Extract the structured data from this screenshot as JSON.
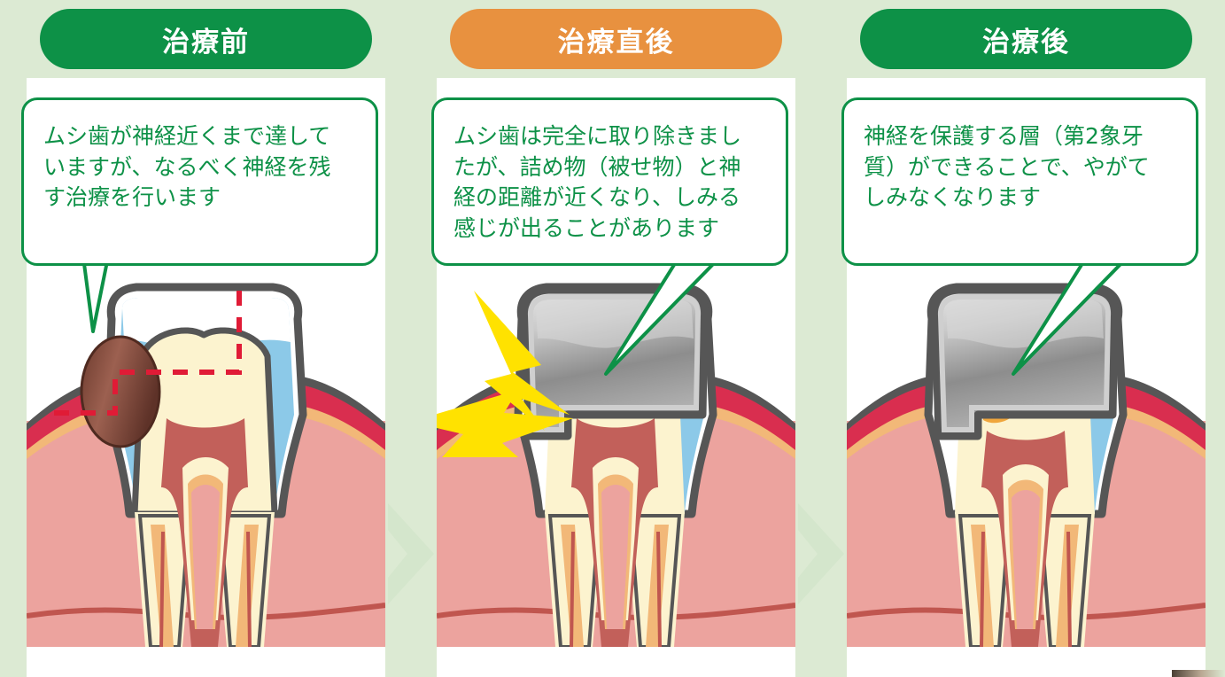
{
  "figure": {
    "kind": "dental-treatment-infographic",
    "background_color": "#dcead3",
    "panel_background": "#ffffff",
    "flow_arrow_color": "#d4e6cc",
    "flow_arrow_count": 2
  },
  "panels": [
    {
      "id": "before",
      "header": {
        "label": "治療前",
        "background_color": "#0d9147",
        "text_color": "#ffffff"
      },
      "callout": {
        "text": "ムシ歯が神経近くまで達していますが、なるべく神経を残す治療を行います",
        "lines": [
          "ムシ歯が神経近くまで達して",
          "いますが、なるべく神経を残",
          "す治療を行います"
        ],
        "border_color": "#0d9147",
        "text_color": "#0d9147",
        "pointer_target": "caries-lesion"
      },
      "illustration": {
        "name": "tooth-with-caries",
        "features": [
          {
            "name": "enamel-layer",
            "color": "#8cc9e8"
          },
          {
            "name": "dentin-layer",
            "color": "#fcf3cf"
          },
          {
            "name": "pulp-chamber",
            "color": "#c2605a"
          },
          {
            "name": "caries-lesion",
            "color": "#7b4438"
          },
          {
            "name": "excavation-outline",
            "color": "#e01b36",
            "style": "dashed"
          },
          {
            "name": "gingiva",
            "color": "#eca39e"
          },
          {
            "name": "inflamed-gum-band",
            "color": "#d92e4f"
          },
          {
            "name": "alveolar-bone",
            "color": "#f2b878"
          },
          {
            "name": "tooth-outline",
            "color": "#565656"
          }
        ]
      }
    },
    {
      "id": "immediately-after",
      "header": {
        "label": "治療直後",
        "background_color": "#e8913f",
        "text_color": "#ffffff"
      },
      "callout": {
        "text": "ムシ歯は完全に取り除きましたが、詰め物（被せ物）と神経の距離が近くなり、しみる感じが出ることがあります",
        "lines": [
          "ムシ歯は完全に取り除きまし",
          "たが、詰め物（被せ物）と神",
          "経の距離が近くなり、しみる",
          "感じが出ることがあります"
        ],
        "border_color": "#0d9147",
        "text_color": "#0d9147",
        "pointer_target": "dentin-near-filling"
      },
      "illustration": {
        "name": "tooth-with-metal-restoration",
        "features": [
          {
            "name": "metal-filling",
            "color": "#a8a8a8"
          },
          {
            "name": "enamel-layer",
            "color": "#8cc9e8"
          },
          {
            "name": "dentin-layer",
            "color": "#fcf3cf"
          },
          {
            "name": "pulp-chamber",
            "color": "#c2605a"
          },
          {
            "name": "pain-bolt",
            "color": "#ffe200",
            "count": 2
          },
          {
            "name": "gingiva",
            "color": "#eca39e"
          },
          {
            "name": "inflamed-gum-band",
            "color": "#d92e4f"
          },
          {
            "name": "alveolar-bone",
            "color": "#f2b878"
          }
        ]
      }
    },
    {
      "id": "after",
      "header": {
        "label": "治療後",
        "background_color": "#0d9147",
        "text_color": "#ffffff"
      },
      "callout": {
        "text": "神経を保護する層（第2象牙質）ができることで、やがてしみなくなります",
        "lines": [
          "神経を保護する層（第2象牙",
          "質）ができることで、やがて",
          "しみなくなります"
        ],
        "border_color": "#0d9147",
        "text_color": "#0d9147",
        "pointer_target": "secondary-dentin"
      },
      "illustration": {
        "name": "tooth-with-secondary-dentin",
        "features": [
          {
            "name": "metal-filling",
            "color": "#a8a8a8"
          },
          {
            "name": "enamel-layer",
            "color": "#8cc9e8"
          },
          {
            "name": "dentin-layer",
            "color": "#fcf3cf"
          },
          {
            "name": "pulp-chamber",
            "color": "#c2605a"
          },
          {
            "name": "secondary-dentin",
            "color": "#f0a63c"
          },
          {
            "name": "gingiva",
            "color": "#eca39e"
          },
          {
            "name": "inflamed-gum-band",
            "color": "#d92e4f"
          },
          {
            "name": "alveolar-bone",
            "color": "#f2b878"
          }
        ]
      }
    }
  ]
}
